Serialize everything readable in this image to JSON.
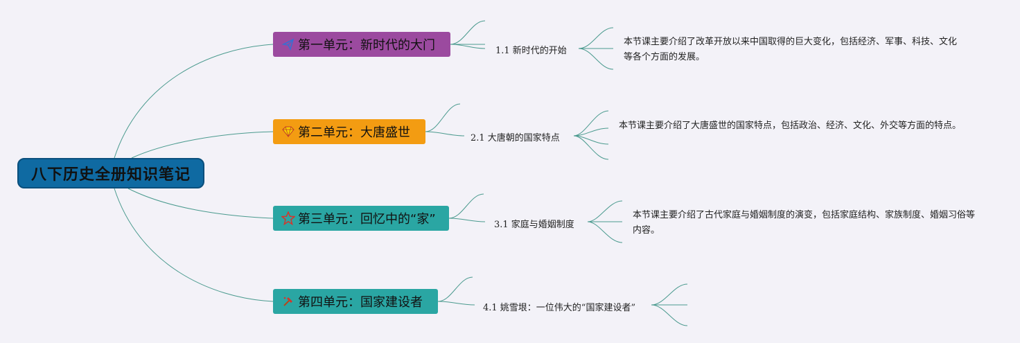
{
  "root": {
    "title": "八下历史全册知识笔记"
  },
  "units": [
    {
      "title": "第一单元：新时代的大门",
      "icon": "paper-plane-icon",
      "color": "#9b4a9f",
      "lesson": "1.1 新时代的开始",
      "note": "本节课主要介绍了改革开放以来中国取得的巨大变化，包括经济、军事、科技、文化等各个方面的发展。"
    },
    {
      "title": "第二单元：大唐盛世",
      "icon": "diamond-icon",
      "color": "#f39c12",
      "lesson": "2.1 大唐朝的国家特点",
      "note": "本节课主要介绍了大唐盛世的国家特点，包括政治、经济、文化、外交等方面的特点。"
    },
    {
      "title": "第三单元：回忆中的“家”",
      "icon": "star-icon",
      "color": "#2aa6a3",
      "lesson": "3.1 家庭与婚姻制度",
      "note": "本节课主要介绍了古代家庭与婚姻制度的演变，包括家庭结构、家族制度、婚姻习俗等内容。"
    },
    {
      "title": "第四单元：国家建设者",
      "icon": "hammer-icon",
      "color": "#2aa6a3",
      "lesson": "4.1 姚雪垠：一位伟大的“国家建设者”",
      "note": ""
    }
  ]
}
